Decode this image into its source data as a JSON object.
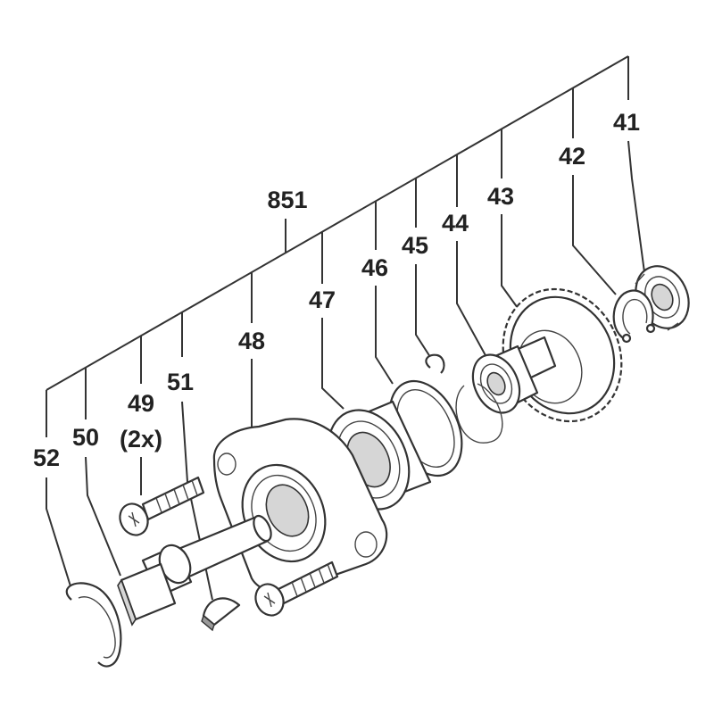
{
  "labels": {
    "assembly": "851",
    "p41": "41",
    "p42": "42",
    "p43": "43",
    "p44": "44",
    "p45": "45",
    "p46": "46",
    "p47": "47",
    "p48": "48",
    "p49": "49",
    "p49_qty": "(2x)",
    "p50": "50",
    "p51": "51",
    "p52": "52"
  }
}
